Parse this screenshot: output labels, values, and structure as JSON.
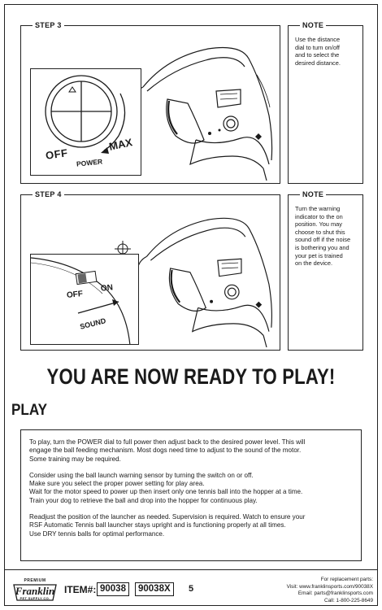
{
  "step3": {
    "label": "STEP 3",
    "dial_off": "OFF",
    "dial_max": "MAX",
    "dial_power": "POWER"
  },
  "note3": {
    "label": "NOTE",
    "lines": [
      "Use the distance",
      "dial to turn on/off",
      "and to select the",
      "desired distance."
    ]
  },
  "step4": {
    "label": "STEP 4",
    "switch_off": "OFF",
    "switch_on": "ON",
    "switch_sound": "SOUND"
  },
  "note4": {
    "label": "NOTE",
    "lines": [
      "Turn the warning",
      "indicator to the on",
      "position. You may",
      "choose to shut this",
      "sound off if the noise",
      "is bothering you and",
      "your pet is trained",
      "on the device."
    ]
  },
  "headline": "YOU ARE NOW READY TO PLAY!",
  "play": {
    "title": "PLAY",
    "paragraphs": [
      [
        "To play, turn the POWER dial to full power then adjust back to the desired power level. This will",
        "engage the ball feeding mechanism. Most dogs need time to adjust to the sound of the motor.",
        "Some training may be required."
      ],
      [
        "Consider using the ball launch warning sensor by turning the switch on or off.",
        "Make sure you select the proper power setting for play area.",
        "Wait for the motor speed to power up then insert only one tennis ball into the hopper at a time.",
        "Train your dog to retrieve the ball and drop into the hopper for continuous play."
      ],
      [
        "Readjust the position of the launcher as needed. Supervision is required. Watch to ensure your",
        "RSF Automatic Tennis ball launcher stays upright and is functioning properly at all times.",
        "Use DRY tennis balls for optimal performance."
      ]
    ]
  },
  "footer": {
    "logo_top": "PREMIUM",
    "logo_brand": "Franklin",
    "logo_bottom": "PET SUPPLY CO.",
    "item_label": "ITEM#:",
    "item_1": "90038",
    "item_2": "90038X",
    "page": "5",
    "contact": [
      "For replacement parts:",
      "Visit: www.franklinsports.com/90038X",
      "Email: parts@franklinsports.com",
      "Call: 1-800-225-8649"
    ]
  },
  "icons": [
    "power-dial-icon",
    "launcher-device-icon",
    "sound-switch-icon",
    "crosshair-icon",
    "franklin-logo-icon"
  ]
}
